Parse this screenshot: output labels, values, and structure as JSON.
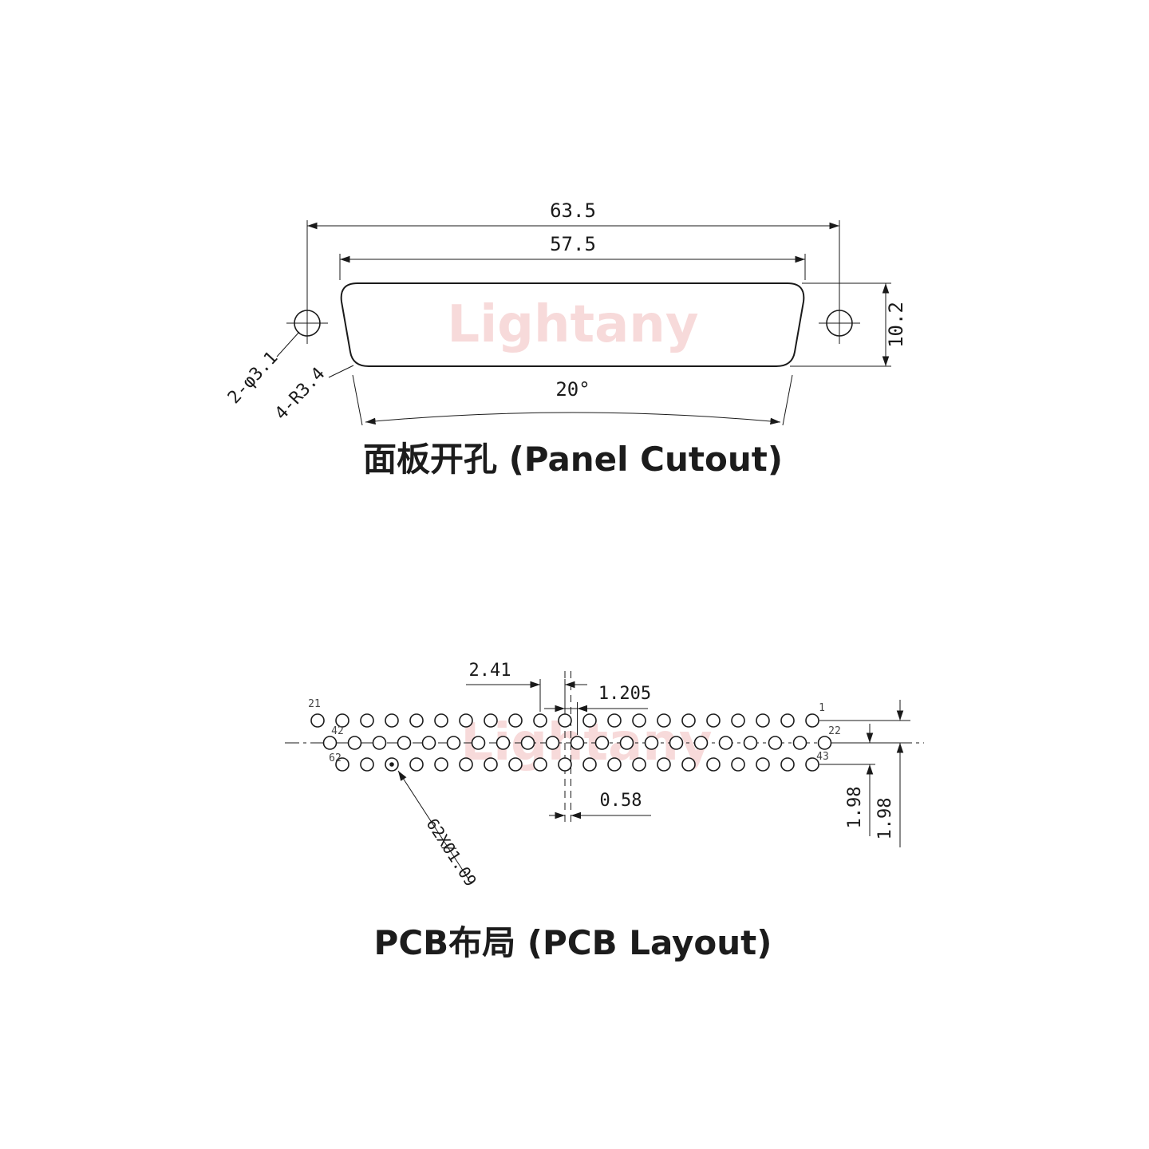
{
  "watermark": "Lightany",
  "panel_cutout": {
    "title": "面板开孔 (Panel Cutout)",
    "dim_overall_width": "63.5",
    "dim_cutout_width": "57.5",
    "dim_height": "10.2",
    "dim_angle": "20°",
    "label_mount_holes": "2-φ3.1",
    "label_corner_radius": "4-R3.4"
  },
  "pcb_layout": {
    "title": "PCB布局 (PCB Layout)",
    "dim_pitch": "2.41",
    "dim_half_pitch": "1.205",
    "dim_center_offset": "0.58",
    "dim_row_gap_top": "1.98",
    "dim_row_gap_bottom": "1.98",
    "label_hole_spec": "62XØ1.09",
    "pins": {
      "top_left": "21",
      "top_right": "1",
      "mid_left": "42",
      "mid_right": "22",
      "bot_left": "62",
      "bot_right": "43"
    },
    "rows": [
      {
        "count": 21
      },
      {
        "count": 21
      },
      {
        "count": 20
      }
    ]
  }
}
